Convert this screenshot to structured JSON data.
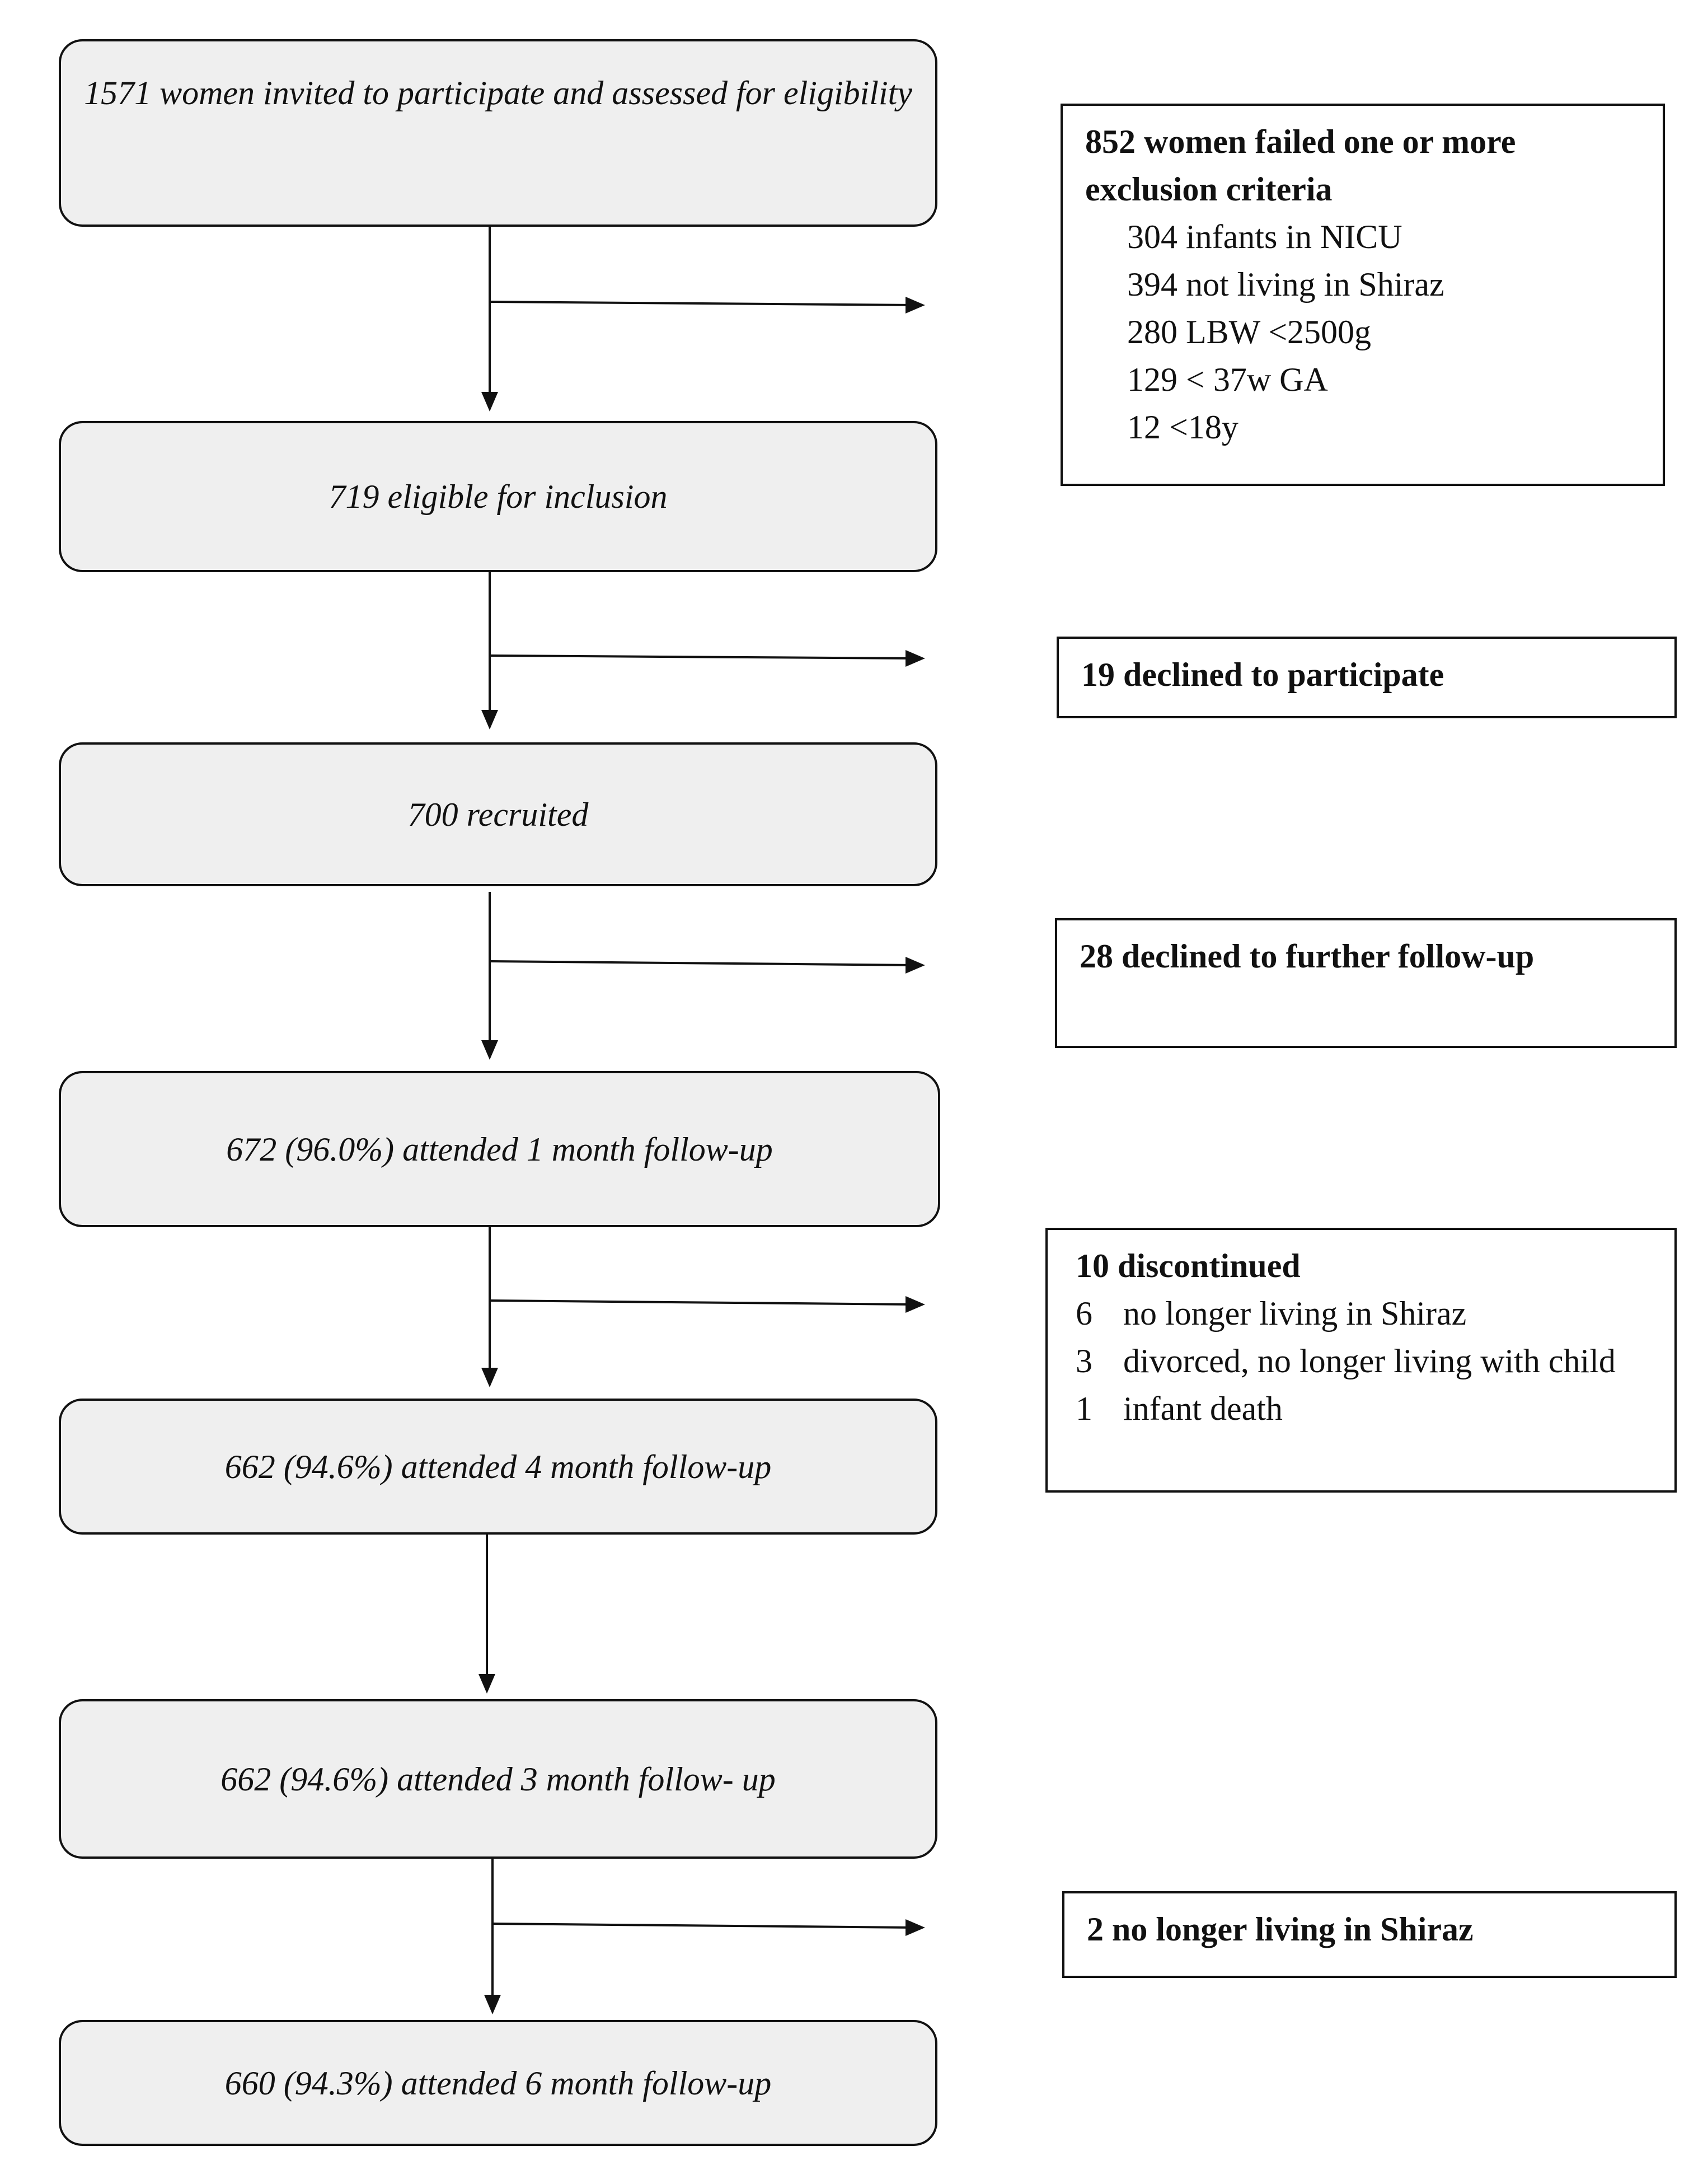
{
  "steps": {
    "invited": "1571 women invited to participate and assessed  for eligibility",
    "eligible": "719 eligible  for inclusion",
    "recruited": "700 recruited",
    "followup_1m": "672 (96.0%)  attended 1 month follow-up",
    "followup_4m": "662 (94.6%)  attended 4 month follow-up",
    "followup_3m": "662 (94.6%)  attended 3 month follow- up",
    "followup_6m": "660 (94.3%)  attended 6 month follow-up"
  },
  "exclusions": {
    "failed_criteria": {
      "heading": "852 women failed one or more exclusion  criteria",
      "items": [
        "304 infants in NICU",
        "394 not living in Shiraz",
        "280 LBW <2500g",
        "129 < 37w GA",
        "12 <18y"
      ]
    },
    "declined_participate": "19 declined  to participate",
    "declined_followup": "28 declined  to further  follow-up",
    "discontinued": {
      "heading": "10 discontinued",
      "items": [
        {
          "n": "6",
          "text": "no longer living in Shiraz"
        },
        {
          "n": "3",
          "text": "divorced, no longer living with child"
        },
        {
          "n": "1",
          "text": "infant death"
        }
      ]
    },
    "no_longer_shiraz": "2 no longer living in Shiraz"
  }
}
